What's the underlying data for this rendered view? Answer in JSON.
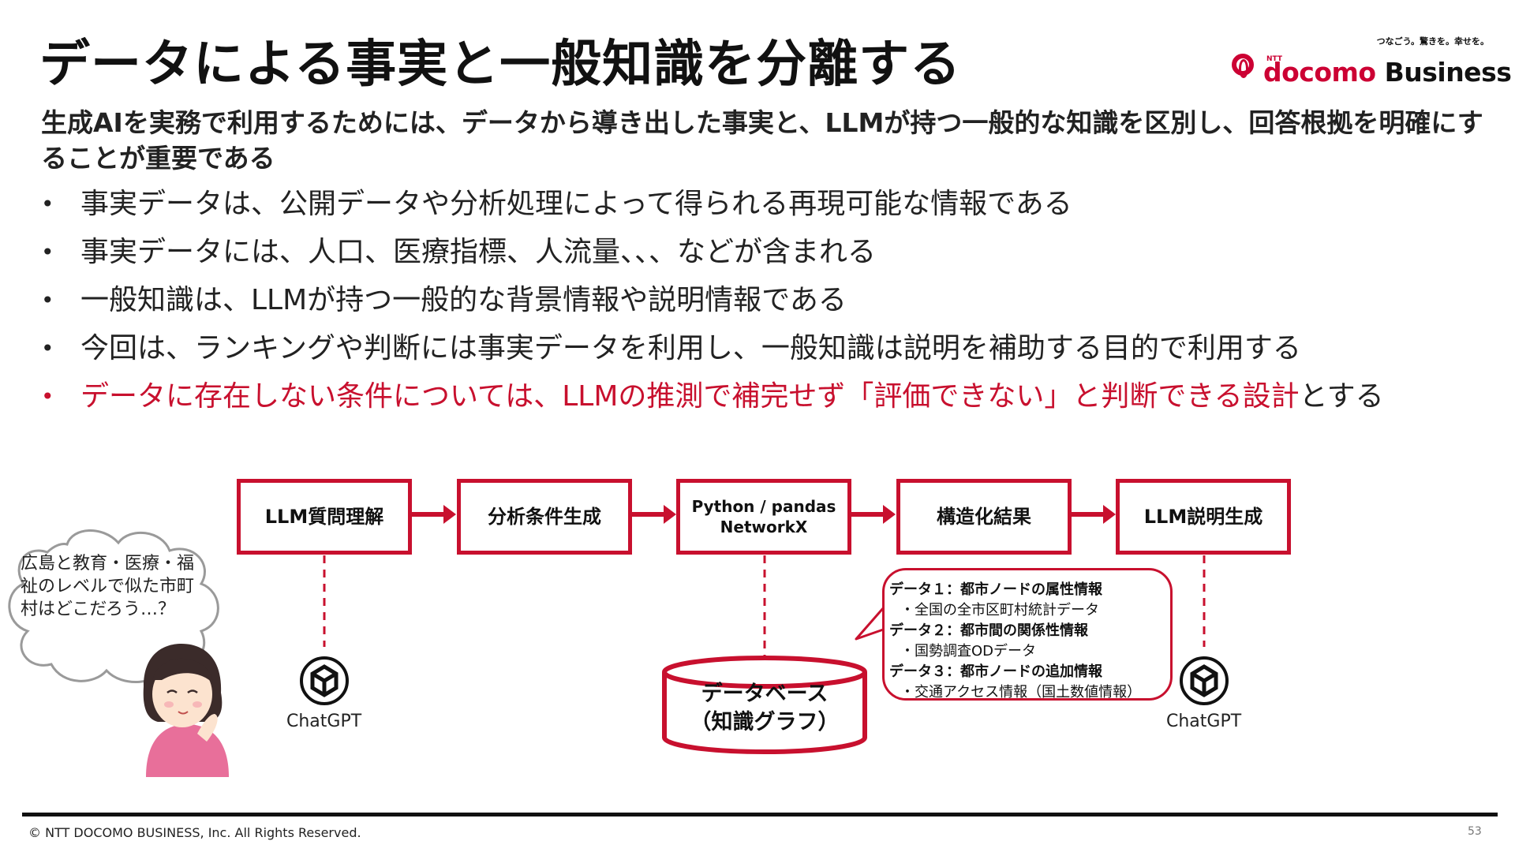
{
  "title": "データによる事実と一般知識を分離する",
  "logo": {
    "tagline": "つなごう。驚きを。幸せを。",
    "ntt": "NTT",
    "brand_part1": "docomo",
    "brand_part2": "Business"
  },
  "subtitle": "生成AIを実務で利用するためには、データから導き出した事実と、LLMが持つ一般的な知識を区別し、回答根拠を明確にすることが重要である",
  "bullets": [
    "事実データは、公開データや分析処理によって得られる再現可能な情報である",
    "事実データには、人口、医療指標、人流量、、、などが含まれる",
    "一般知識は、LLMが持つ一般的な背景情報や説明情報である",
    "今回は、ランキングや判断には事実データを利用し、一般知識は説明を補助する目的で利用する"
  ],
  "highlight_bullet": {
    "red_text": "データに存在しない条件については、LLMの推測で補完せず「評価できない」と判断できる設計",
    "tail_text": "とする"
  },
  "bullet_marker": "•",
  "flow": {
    "steps": [
      "LLM質問理解",
      "分析条件生成",
      "Python / pandas\nNetworkX",
      "構造化結果",
      "LLM説明生成"
    ]
  },
  "chatgpt_label_left": "ChatGPT",
  "chatgpt_label_right": "ChatGPT",
  "database_label": "データベース\n（知識グラフ）",
  "info_box": {
    "lines": [
      {
        "text": "データ１：都市ノードの属性情報",
        "type": "h"
      },
      {
        "text": "・全国の全市区町村統計データ",
        "type": "s"
      },
      {
        "text": "データ２：都市間の関係性情報",
        "type": "h"
      },
      {
        "text": "・国勢調査ODデータ",
        "type": "s"
      },
      {
        "text": "データ３：都市ノードの追加情報",
        "type": "h"
      },
      {
        "text": "・交通アクセス情報（国土数値情報）",
        "type": "s"
      }
    ]
  },
  "thought_bubble": "広島と教育・医療・福祉のレベルで似た市町村はどこだろう…？",
  "footer": {
    "copyright": "© NTT DOCOMO BUSINESS, Inc. All Rights Reserved.",
    "page_number": "53"
  },
  "colors": {
    "accent": "#c8102e",
    "brand": "#cc0033",
    "text": "#222222"
  }
}
